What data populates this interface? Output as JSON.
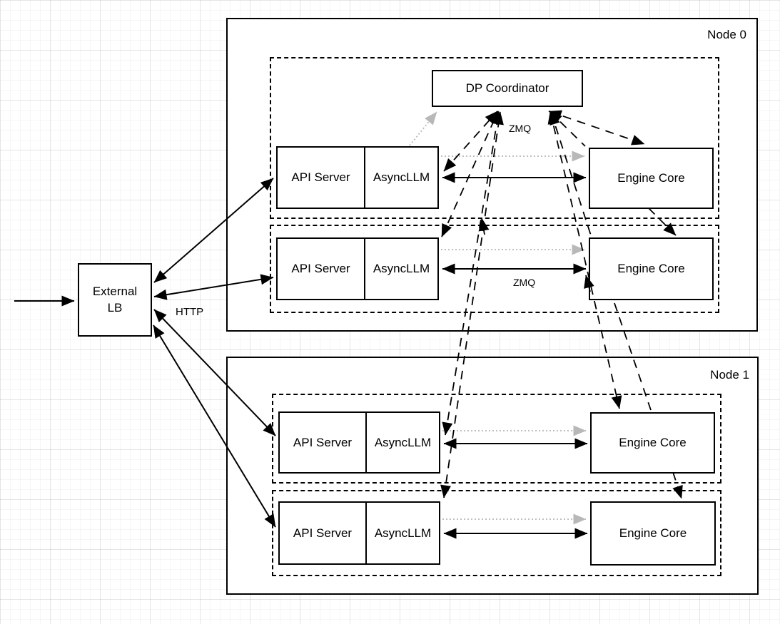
{
  "diagram": {
    "external_lb": {
      "line1": "External",
      "line2": "LB"
    },
    "http_label": "HTTP",
    "node0": {
      "title": "Node 0",
      "dp_coordinator": "DP Coordinator",
      "zmq_top_label": "ZMQ",
      "zmq_row_label": "ZMQ",
      "rows": [
        {
          "api_server": "API Server",
          "async_llm": "AsyncLLM",
          "engine_core": "Engine Core"
        },
        {
          "api_server": "API Server",
          "async_llm": "AsyncLLM",
          "engine_core": "Engine Core"
        }
      ]
    },
    "node1": {
      "title": "Node 1",
      "rows": [
        {
          "api_server": "API Server",
          "async_llm": "AsyncLLM",
          "engine_core": "Engine Core"
        },
        {
          "api_server": "API Server",
          "async_llm": "AsyncLLM",
          "engine_core": "Engine Core"
        }
      ]
    },
    "colors": {
      "stroke": "#000000",
      "gray_arrow": "#b8b8b8"
    }
  }
}
